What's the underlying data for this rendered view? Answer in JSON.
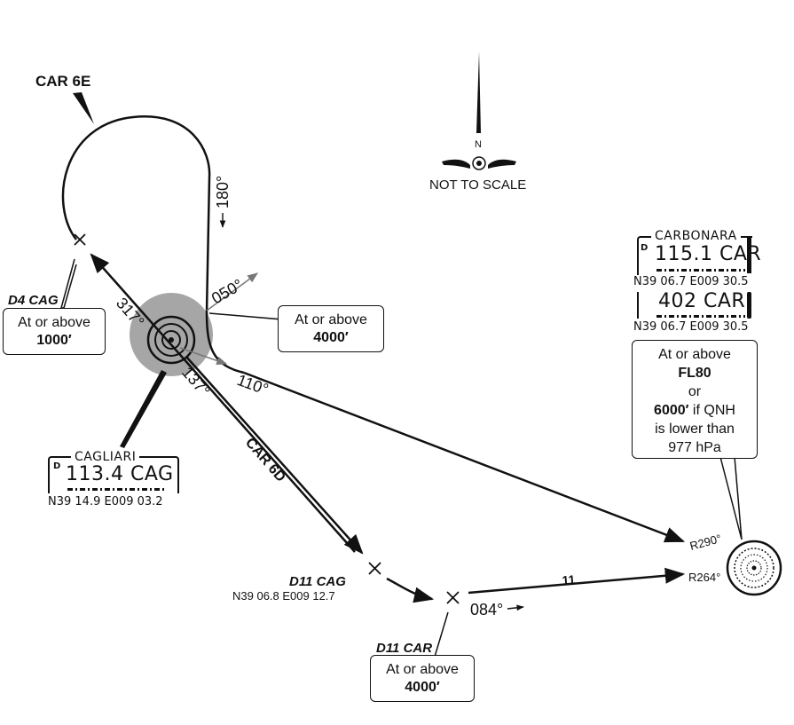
{
  "fixes": {
    "car6e": "CAR 6E",
    "d4cag": "D4 CAG",
    "d11cag": "D11 CAG",
    "d11cag_coord": "N39 06.8 E009 12.7",
    "d11car": "D11 CAR",
    "car6d": "CAR 6D"
  },
  "north": {
    "label": "N",
    "note": "NOT TO SCALE"
  },
  "headings": {
    "h180": "180°",
    "h050": "050°",
    "h317": "317°",
    "h137": "137°",
    "h110": "110°",
    "h084": "084°",
    "r290": "R290°",
    "r264": "R264°",
    "dist11": "11"
  },
  "altitude_boxes": {
    "d4": {
      "line1": "At or above",
      "line2": "1000′"
    },
    "mid": {
      "line1": "At or above",
      "line2": "4000′"
    },
    "d11car": {
      "line1": "At or above",
      "line2": "4000′"
    },
    "car": {
      "line1": "At or above",
      "line2": "FL80",
      "line3": "or",
      "line4a": "6000′",
      "line4b": " if QNH",
      "line5": "is lower than",
      "line6": "977 hPa"
    }
  },
  "navaids": {
    "cagliari": {
      "name": "CAGLIARI",
      "freq": "113.4  CAG",
      "coord": "N39  14.9  E009  03.2",
      "dme": "D"
    },
    "carbonara_vor": {
      "name": "CARBONARA",
      "freq": "115.1  CAR",
      "coord": "N39  06.7  E009  30.5",
      "dme": "D"
    },
    "carbonara_ndb": {
      "freq": "402  CAR",
      "coord": "N39  06.7  E009  30.5"
    }
  },
  "colors": {
    "ink": "#111111",
    "halo": "#a6a6a6",
    "arrow_gray": "#777777"
  }
}
